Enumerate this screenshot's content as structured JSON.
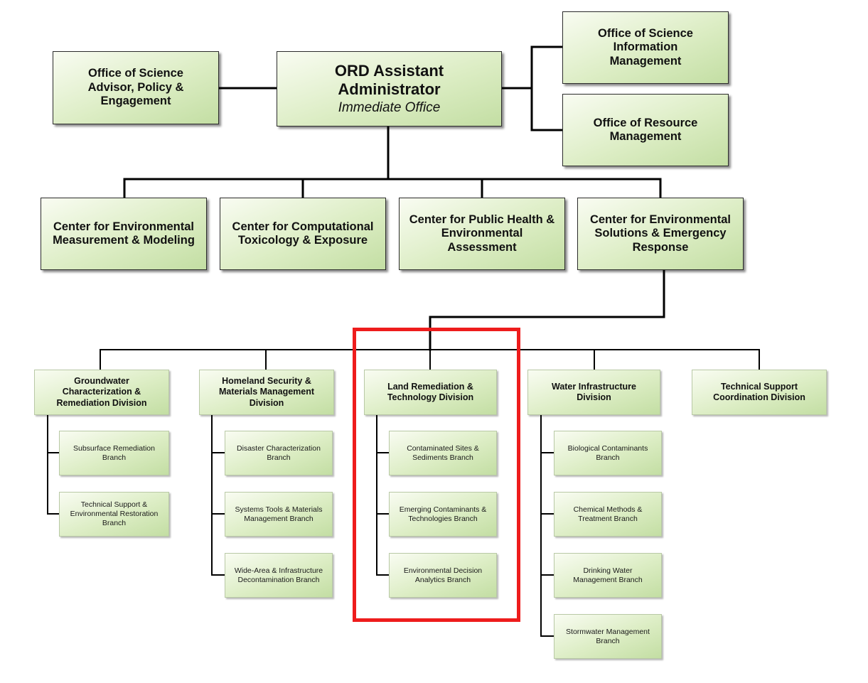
{
  "top": {
    "ord": {
      "title": "ORD Assistant Administrator",
      "subtitle": "Immediate Office"
    },
    "science_advisor": "Office of Science Advisor, Policy & Engagement",
    "info_mgmt": "Office of Science Information Management",
    "resource_mgmt": "Office of Resource Management"
  },
  "centers": [
    "Center for Environmental Measurement & Modeling",
    "Center for Computational Toxicology & Exposure",
    "Center for Public Health & Environmental Assessment",
    "Center for Environmental Solutions & Emergency Response"
  ],
  "divisions": [
    {
      "name": "Groundwater Characterization & Remediation Division",
      "branches": [
        "Subsurface Remediation Branch",
        "Technical Support & Environmental Restoration Branch"
      ]
    },
    {
      "name": "Homeland Security & Materials Management Division",
      "branches": [
        "Disaster Characterization Branch",
        "Systems Tools & Materials Management Branch",
        "Wide-Area & Infrastructure Decontamination Branch"
      ]
    },
    {
      "name": "Land Remediation & Technology Division",
      "branches": [
        "Contaminated Sites & Sediments Branch",
        "Emerging Contaminants & Technologies Branch",
        "Environmental Decision Analytics Branch"
      ]
    },
    {
      "name": "Water Infrastructure Division",
      "branches": [
        "Biological Contaminants Branch",
        "Chemical Methods & Treatment Branch",
        "Drinking Water Management Branch",
        "Stormwater Management Branch"
      ]
    },
    {
      "name": "Technical Support Coordination Division",
      "branches": []
    }
  ],
  "colors": {
    "connector": "#000000",
    "highlight": "#ee1c1c",
    "box_fill": "#dcedc4"
  }
}
